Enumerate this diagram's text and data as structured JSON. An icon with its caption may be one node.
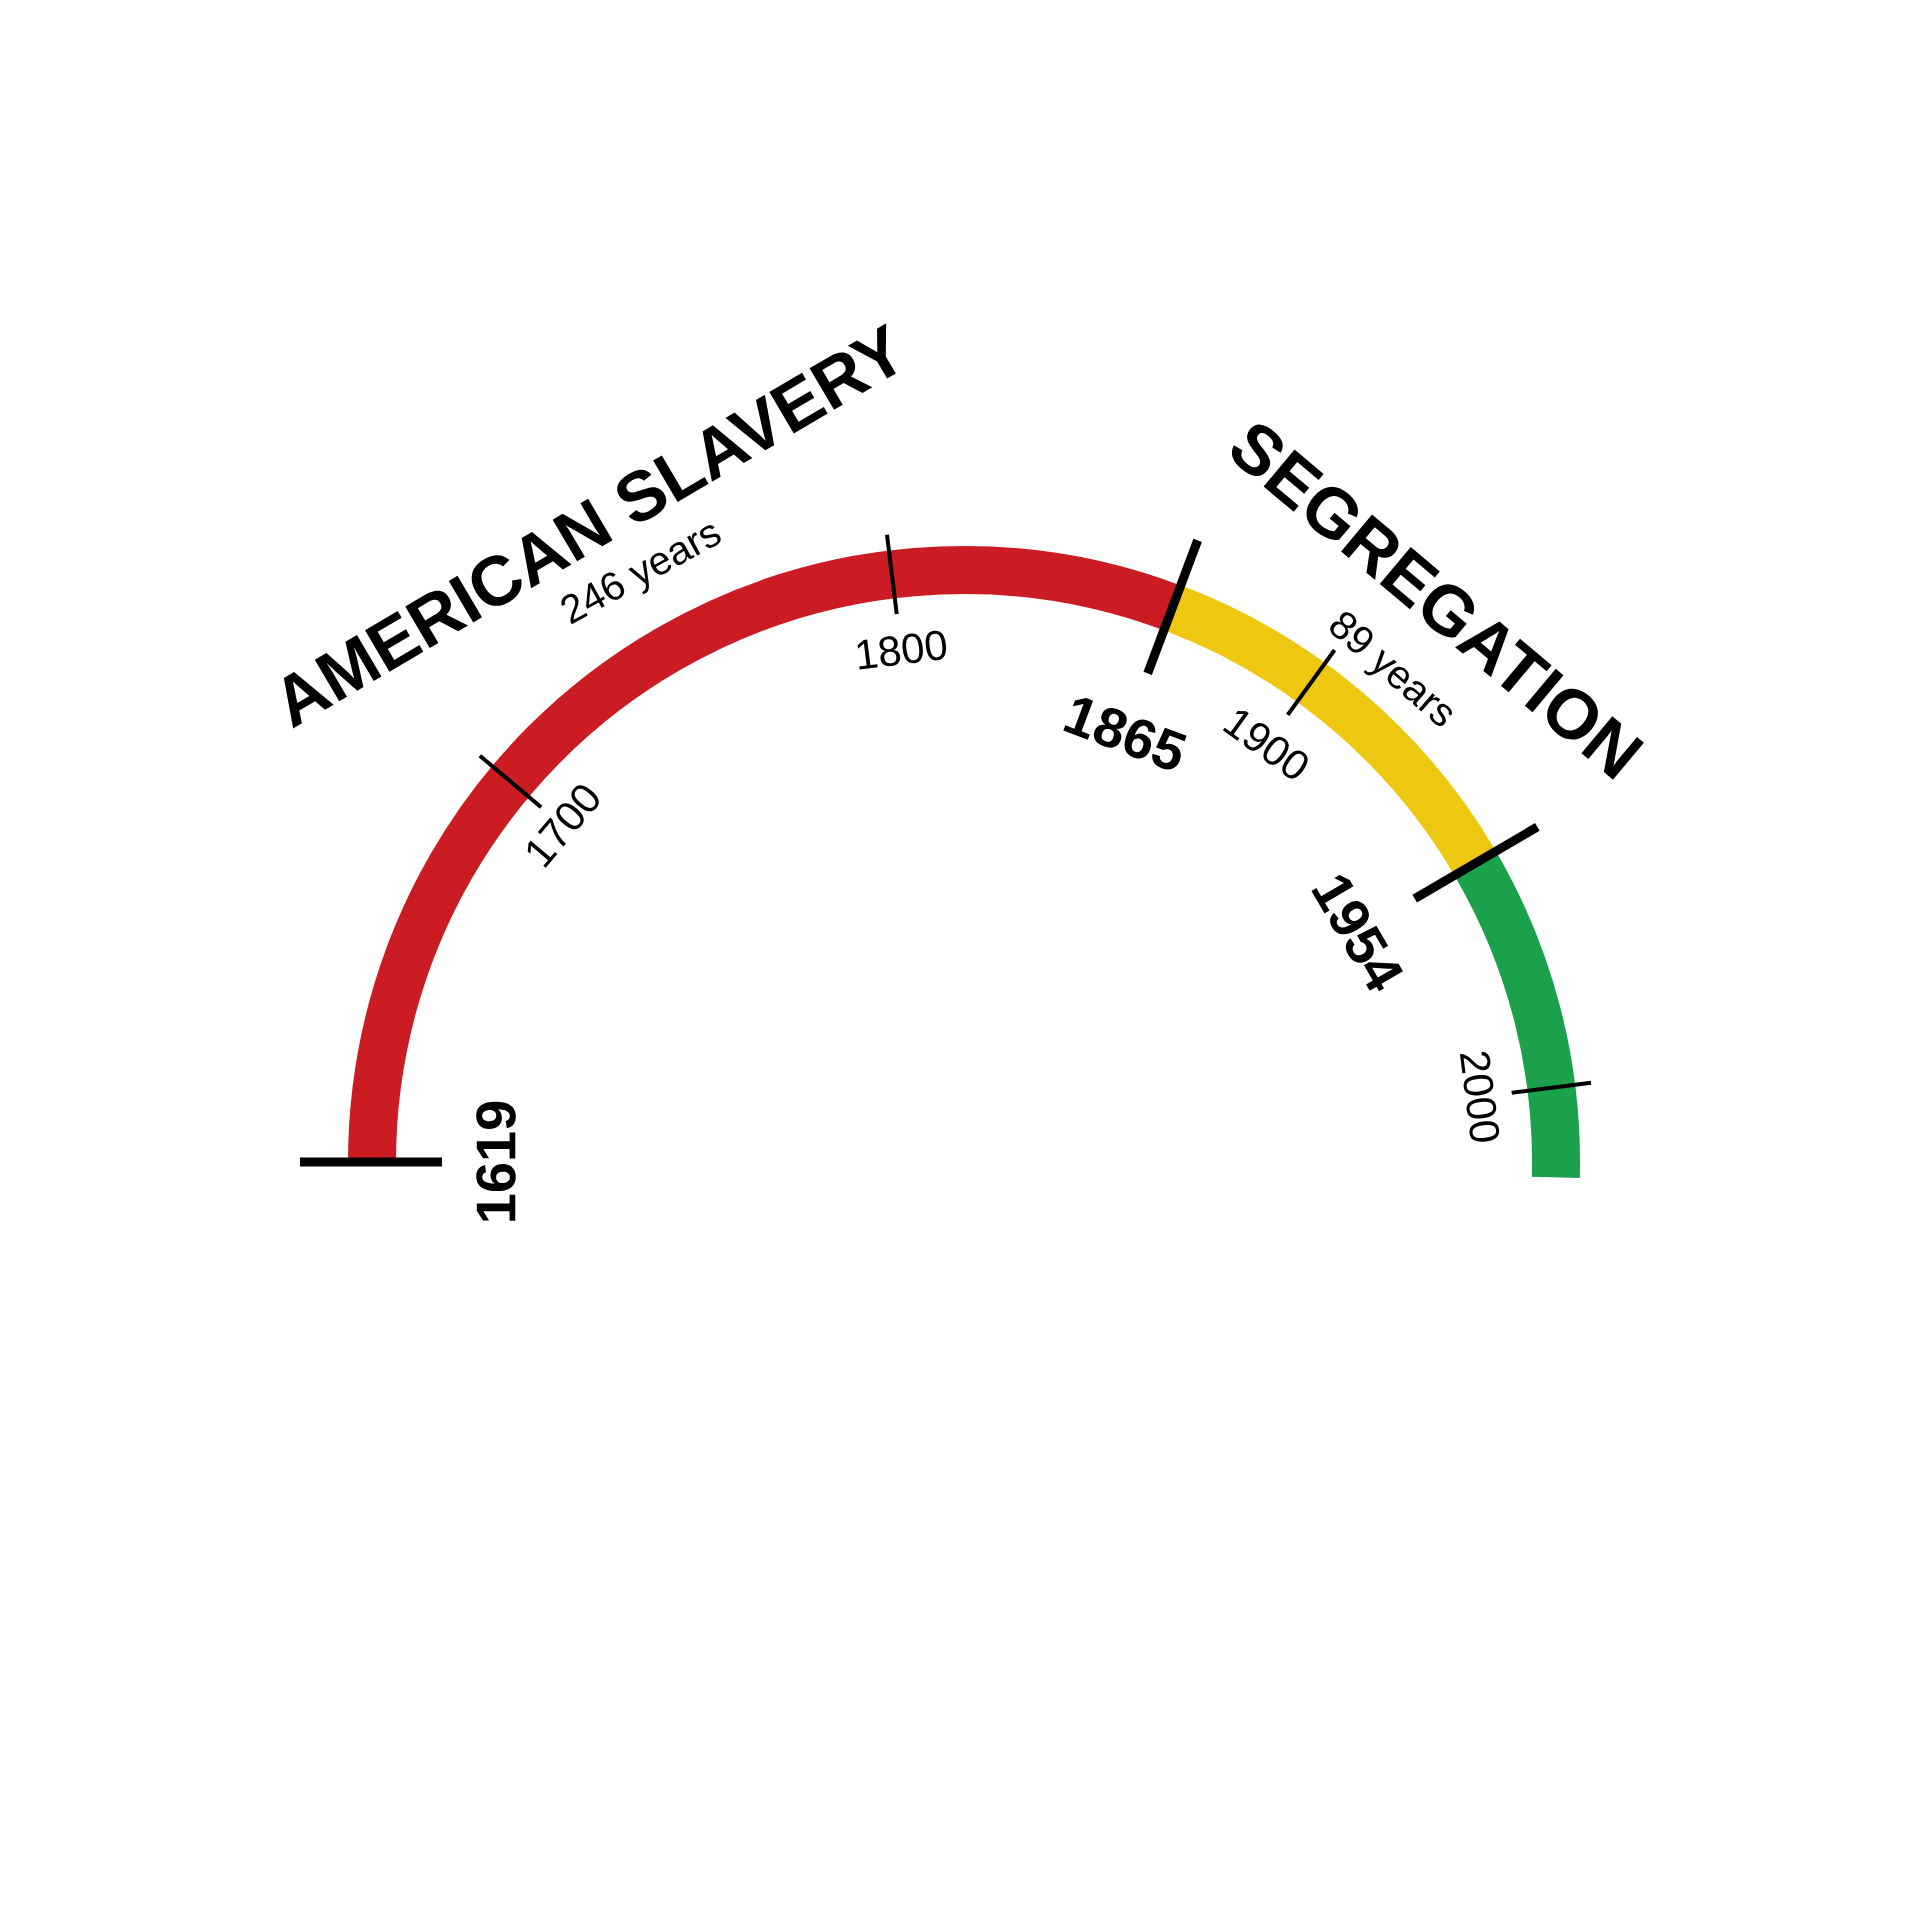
{
  "diagram": {
    "nodes": [
      {
        "text": [
          "AMERICAN SLAVERY",
          "246 years"
        ]
      },
      {
        "text": [
          "SEGREGATION",
          "89 years"
        ]
      },
      {
        "text": [],
        "shape": "arc"
      }
    ],
    "labels": [
      "1619",
      "1700",
      "1800",
      "1865",
      "1900",
      "1954",
      "2000"
    ]
  }
}
